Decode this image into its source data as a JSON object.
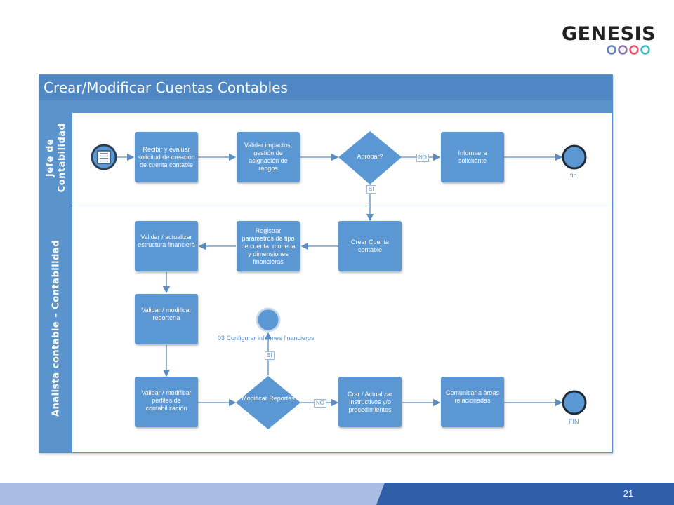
{
  "logo": {
    "text": "GENESIS",
    "dot_colors": [
      "#5b7fc4",
      "#8a6fb5",
      "#e8556b",
      "#3cb8c8"
    ]
  },
  "pool": {
    "title": "Crear/Modificar Cuentas Contables"
  },
  "lanes": [
    {
      "label_line1": "Jefe de",
      "label_line2": "Contabilidad"
    },
    {
      "label": "Analista contable – Contabilidad"
    }
  ],
  "tasks": {
    "recibir": "Recibir y evaluar solicitud de creación de cuenta contable",
    "validar_impactos": "Validar impactos, gestión de asignación de rangos",
    "informar": "Informar a solicitante",
    "crear_cuenta": "Crear Cuenta contable",
    "registrar": "Registrar parámetros de tipo de cuenta, moneda y dimensiones financieras",
    "validar_estructura": "Validar / actualizar estructura financiera",
    "validar_reporteria": "Validar / modificar reportería",
    "validar_perfiles": "Validar / modificar perfiles de contabilización",
    "crear_instructivos": "Crar / Actualizar Instructivos y/o procedimientos",
    "comunicar": "Comunicar a áreas relacionadas"
  },
  "gateways": {
    "aprobar": "Aprobar?",
    "modificar": "Modificar Reportes"
  },
  "flow_labels": {
    "no1": "NO",
    "si1": "SI",
    "si2": "SI",
    "no2": "NO"
  },
  "events": {
    "fin_top": "fin",
    "fin_bottom": "FIN",
    "link": "03 Configurar informes financieros"
  },
  "colors": {
    "accent": "#4e87c3",
    "task": "#5b97d3",
    "arrow": "#5b8cc2"
  },
  "page_number": "21"
}
